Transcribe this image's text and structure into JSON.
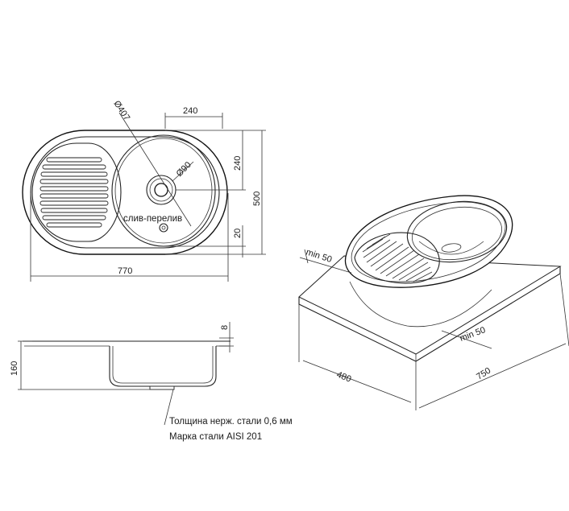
{
  "top_view": {
    "dim_bowl_diameter": "Ø407",
    "dim_drain_diameter": "Ø90",
    "dim_offset_x": "240",
    "dim_offset_y": "240",
    "dim_height": "500",
    "dim_bottom_margin": "20",
    "dim_width": "770",
    "overflow_label": "слив-перелив"
  },
  "side_view": {
    "dim_depth": "160",
    "dim_rim": "8"
  },
  "notes": {
    "thickness": "Толщина нерж. стали 0,6 мм",
    "grade": "Марка стали AISI 201"
  },
  "perspective_view": {
    "dim_min_left": "min 50",
    "dim_min_right": "min 50",
    "dim_depth": "480",
    "dim_length": "750"
  }
}
